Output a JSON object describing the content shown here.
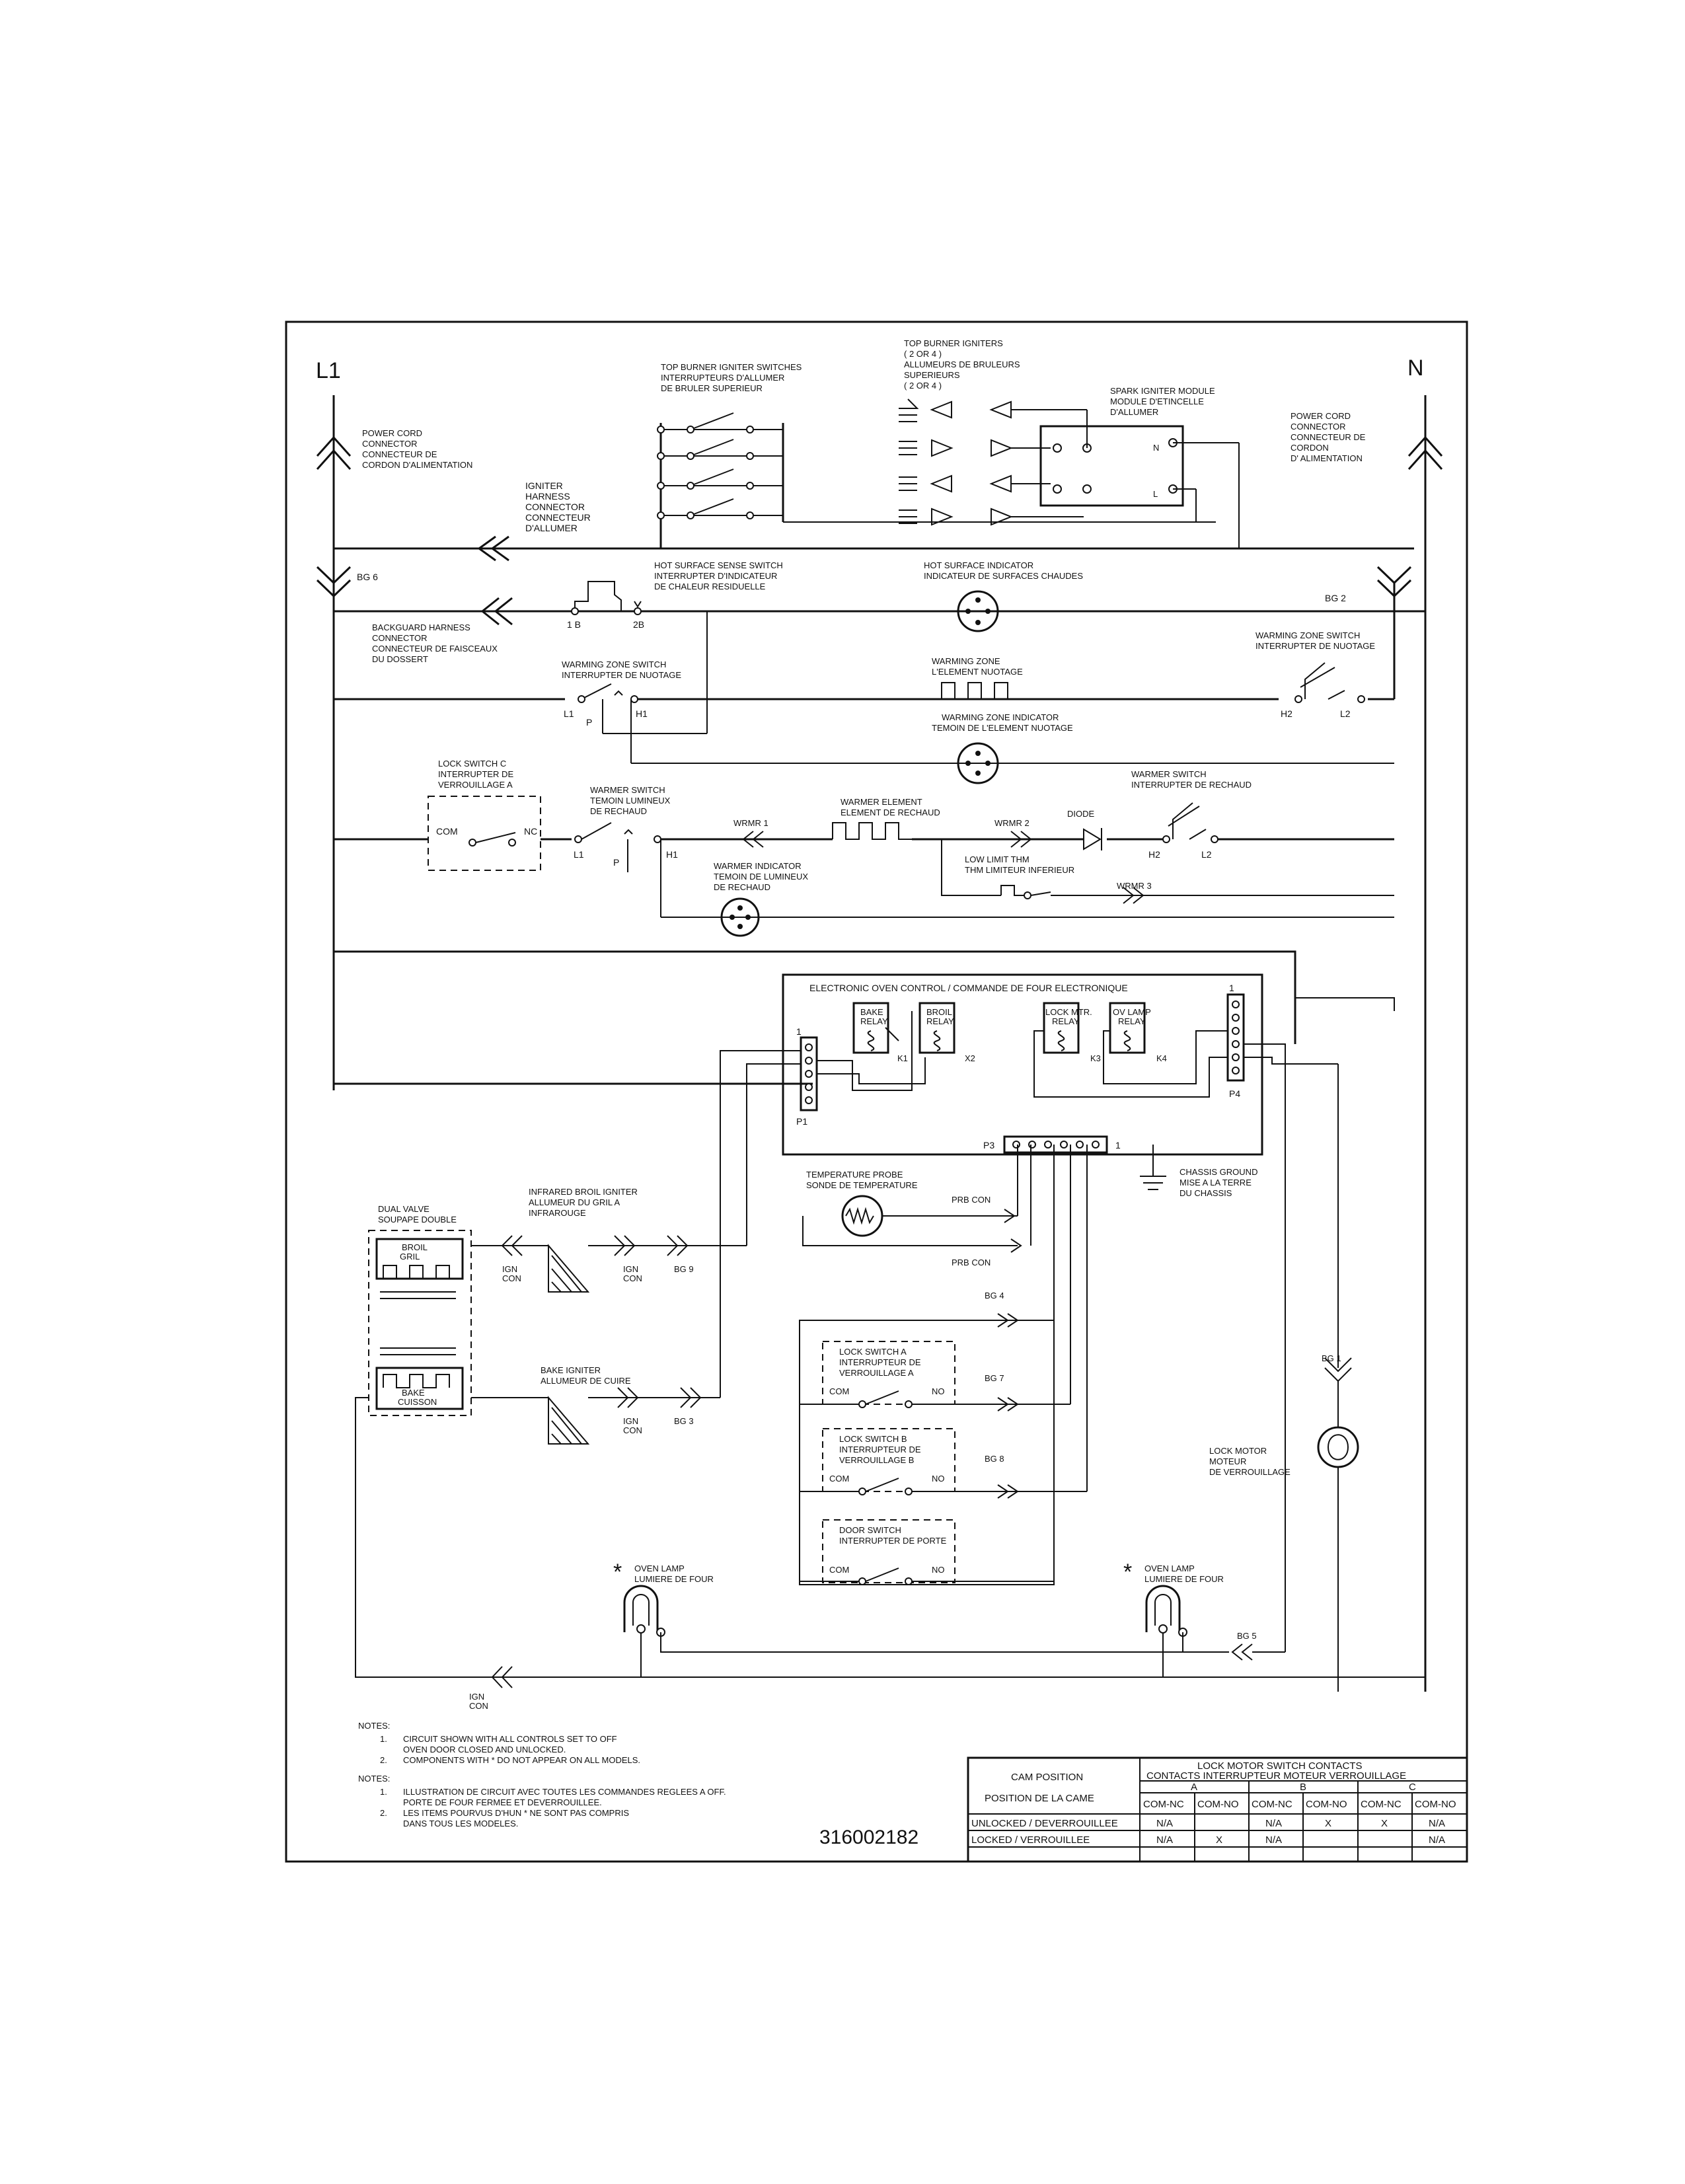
{
  "supply": {
    "l1": "L1",
    "n": "N"
  },
  "power_cord_left": [
    "POWER CORD",
    "CONNECTOR",
    "CONNECTEUR DE",
    "CORDON D'ALIMENTATION"
  ],
  "power_cord_right": [
    "POWER CORD",
    "CONNECTOR",
    "CONNECTEUR DE",
    "CORDON",
    "D' ALIMENTATION"
  ],
  "igniter_switches": [
    "TOP BURNER IGNITER SWITCHES",
    "INTERRUPTEURS D'ALLUMER",
    "DE BRULER SUPERIEUR"
  ],
  "top_igniters": [
    "TOP BURNER IGNITERS",
    "( 2 OR 4 )",
    "ALLUMEURS DE BRULEURS",
    "SUPERIEURS",
    "( 2 OR 4 )"
  ],
  "spark_module": [
    "SPARK IGNITER MODULE",
    "MODULE D'ETINCELLE",
    "D'ALLUMER"
  ],
  "spark_terminals": {
    "n": "N",
    "l": "L"
  },
  "igniter_harness": [
    "IGNITER",
    "HARNESS",
    "CONNECTOR",
    "CONNECTEUR",
    "D'ALLUMER"
  ],
  "bg6": "BG 6",
  "bg2": "BG 2",
  "hot_surface_switch": [
    "HOT SURFACE SENSE SWITCH",
    "INTERRUPTER D'INDICATEUR",
    "DE CHALEUR RESIDUELLE"
  ],
  "hss_terminals": {
    "t1b": "1 B",
    "t2b": "2B"
  },
  "hot_surface_indicator": [
    "HOT SURFACE INDICATOR",
    "INDICATEUR DE SURFACES CHAUDES"
  ],
  "backguard_harness": [
    "BACKGUARD HARNESS",
    "CONNECTOR",
    "CONNECTEUR DE FAISCEAUX",
    "DU DOSSERT"
  ],
  "warming_zone_switch_left": [
    "WARMING ZONE SWITCH",
    "INTERRUPTER DE NUOTAGE"
  ],
  "warming_zone_terminals_left": {
    "l1": "L1",
    "p": "P",
    "h1": "H1"
  },
  "warming_zone": [
    "WARMING ZONE",
    "L'ELEMENT NUOTAGE"
  ],
  "warming_zone_switch_right": [
    "WARMING ZONE SWITCH",
    "INTERRUPTER DE NUOTAGE"
  ],
  "warming_zone_terminals_right": {
    "h2": "H2",
    "l2": "L2"
  },
  "warming_zone_indicator": [
    "WARMING ZONE INDICATOR",
    "TEMOIN DE L'ELEMENT NUOTAGE"
  ],
  "lock_switch_c": [
    "LOCK SWITCH C",
    "INTERRUPTER DE",
    "VERROUILLAGE A"
  ],
  "lock_c_terminals": {
    "com": "COM",
    "nc": "NC"
  },
  "warmer_switch_left": [
    "WARMER SWITCH",
    "TEMOIN LUMINEUX",
    "DE RECHAUD"
  ],
  "warmer_terminals_left": {
    "l1": "L1",
    "p": "P",
    "h1": "H1"
  },
  "wrmr1": "WRMR 1",
  "warmer_element": [
    "WARMER ELEMENT",
    "ELEMENT DE RECHAUD"
  ],
  "wrmr2": "WRMR 2",
  "diode": "DIODE",
  "warmer_switch_right": [
    "WARMER SWITCH",
    "INTERRUPTER DE RECHAUD"
  ],
  "warmer_terminals_right": {
    "h2": "H2",
    "l2": "L2"
  },
  "low_limit": [
    "LOW LIMIT THM",
    "THM LIMITEUR INFERIEUR"
  ],
  "wrmr3": "WRMR 3",
  "warmer_indicator": [
    "WARMER INDICATOR",
    "TEMOIN DE LUMINEUX",
    "DE RECHAUD"
  ],
  "eoc": {
    "title": "ELECTRONIC OVEN CONTROL / COMMANDE DE FOUR ELECTRONIQUE",
    "bake_relay": [
      "BAKE",
      "RELAY"
    ],
    "broil_relay": [
      "BROIL",
      "RELAY"
    ],
    "lock_relay": [
      "LOCK MTR.",
      "RELAY"
    ],
    "lamp_relay": [
      "OV LAMP",
      "RELAY"
    ],
    "k1": "K1",
    "x2": "X2",
    "k3": "K3",
    "k4": "K4",
    "p1": "P1",
    "p3": "P3",
    "p4": "P4",
    "pin1_left": "1",
    "pin1_right": "1",
    "pin1_p3": "1"
  },
  "chassis_ground": [
    "CHASSIS GROUND",
    "MISE A LA TERRE",
    "DU CHASSIS"
  ],
  "temp_probe": [
    "TEMPERATURE PROBE",
    "SONDE DE TEMPERATURE"
  ],
  "prb_con": "PRB CON",
  "dual_valve": [
    "DUAL VALVE",
    "SOUPAPE DOUBLE"
  ],
  "broil_label": [
    "BROIL",
    "GRIL"
  ],
  "bake_label": [
    "BAKE",
    "CUISSON"
  ],
  "broil_igniter": [
    "INFRARED BROIL IGNITER",
    "ALLUMEUR DU GRIL A",
    "INFRAROUGE"
  ],
  "bake_igniter": [
    "BAKE IGNITER",
    "ALLUMEUR DE CUIRE"
  ],
  "ign_con": [
    "IGN",
    "CON"
  ],
  "bg9": "BG 9",
  "bg3": "BG 3",
  "bg4": "BG 4",
  "bg7": "BG 7",
  "bg8": "BG 8",
  "bg1": "BG 1",
  "bg5": "BG 5",
  "lock_switch_a": [
    "LOCK SWITCH A",
    "INTERRUPTEUR DE",
    "VERROUILLAGE A"
  ],
  "lock_switch_b": [
    "LOCK SWITCH B",
    "INTERRUPTEUR DE",
    "VERROUILLAGE B"
  ],
  "door_switch": [
    "DOOR SWITCH",
    "INTERRUPTER DE PORTE"
  ],
  "com": "COM",
  "no": "NO",
  "lock_motor": [
    "LOCK MOTOR",
    "MOTEUR",
    "DE VERROUILLAGE"
  ],
  "oven_lamp": [
    "OVEN LAMP",
    "LUMIERE DE FOUR"
  ],
  "asterisk": "*",
  "notes_en": {
    "header": "NOTES:",
    "items": [
      {
        "n": "1.",
        "lines": [
          "CIRCUIT SHOWN WITH ALL CONTROLS SET TO OFF",
          "OVEN DOOR CLOSED AND UNLOCKED."
        ]
      },
      {
        "n": "2.",
        "lines": [
          "COMPONENTS WITH * DO NOT APPEAR ON ALL MODELS."
        ]
      }
    ]
  },
  "notes_fr": {
    "header": "NOTES:",
    "items": [
      {
        "n": "1.",
        "lines": [
          "ILLUSTRATION DE CIRCUIT AVEC TOUTES LES COMMANDES REGLEES A OFF.",
          "PORTE DE FOUR FERMEE ET DEVERROUILLEE."
        ]
      },
      {
        "n": "2.",
        "lines": [
          "LES ITEMS POURVUS D'HUN * NE SONT PAS COMPRIS",
          "DANS TOUS LES MODELES."
        ]
      }
    ]
  },
  "part_number": "316002182",
  "table": {
    "cam_position": [
      "CAM POSITION",
      "POSITION DE LA CAME"
    ],
    "contacts_header": [
      "LOCK MOTOR SWITCH CONTACTS",
      "CONTACTS INTERRUPTEUR MOTEUR VERROUILLAGE"
    ],
    "groups": [
      "A",
      "B",
      "C"
    ],
    "subheaders": [
      "COM-NC",
      "COM-NO",
      "COM-NC",
      "COM-NO",
      "COM-NC",
      "COM-NO"
    ],
    "rows": [
      {
        "label": "UNLOCKED / DEVERROUILLEE",
        "cells": [
          "N/A",
          "",
          "N/A",
          "X",
          "X",
          "N/A"
        ]
      },
      {
        "label": "LOCKED / VERROUILLEE",
        "cells": [
          "N/A",
          "X",
          "N/A",
          "",
          "",
          "N/A"
        ]
      }
    ]
  }
}
